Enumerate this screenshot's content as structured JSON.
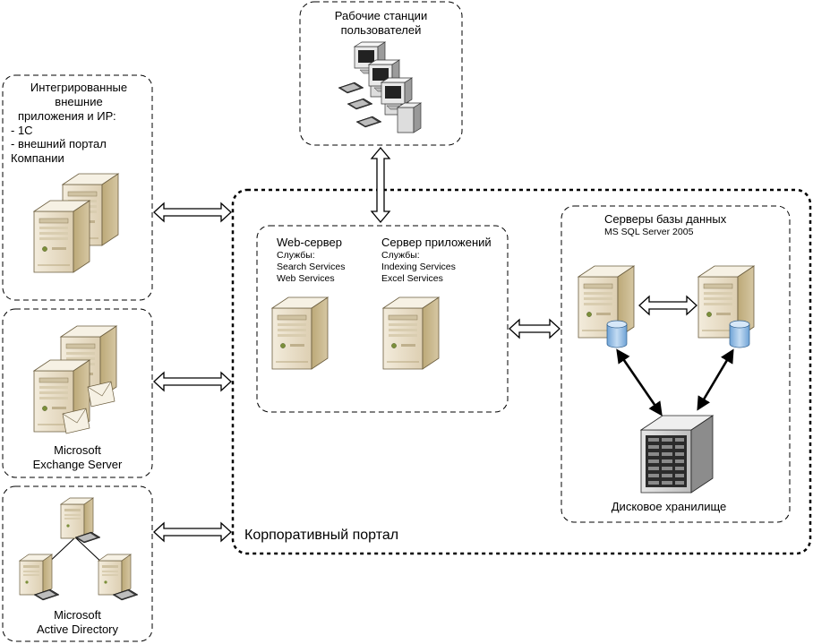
{
  "workstations": {
    "title_line1": "Рабочие станции",
    "title_line2": "пользователей"
  },
  "integrated": {
    "lines": [
      "Интегрированные",
      "внешние",
      "приложения и ИР:",
      "- 1С",
      "- внешний портал",
      "Компании"
    ]
  },
  "exchange": {
    "line1": "Microsoft",
    "line2": "Exchange Server"
  },
  "active_directory": {
    "line1": "Microsoft",
    "line2": "Active Directory"
  },
  "portal": {
    "title": "Корпоративный портал"
  },
  "web_server": {
    "title": "Web-сервер",
    "services_label": "Службы:",
    "service1": "Search Services",
    "service2": "Web Services"
  },
  "app_server": {
    "title": "Сервер приложений",
    "services_label": "Службы:",
    "service1": "Indexing Services",
    "service2": "Excel Services"
  },
  "db_servers": {
    "title": "Серверы базы данных",
    "subtitle": "MS SQL Server 2005"
  },
  "storage": {
    "label": "Дисковое хранилище"
  },
  "colors": {
    "server_front": "#e9dfca",
    "server_side": "#c9b791",
    "server_top": "#f4efe2",
    "db_cylinder": "#8fbbe3"
  },
  "icons": [
    "workstation-icon",
    "server-icon",
    "database-icon",
    "disk-storage-icon",
    "double-arrow-icon",
    "connector-arrow-icon"
  ]
}
